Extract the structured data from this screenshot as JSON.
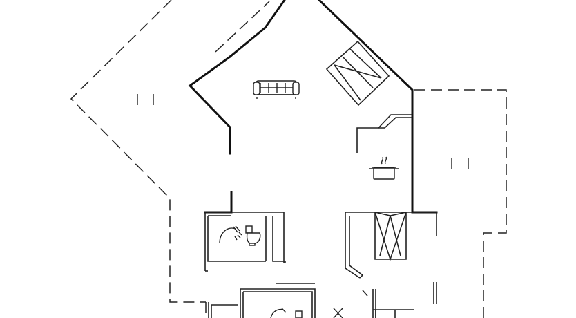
{
  "plan": {
    "type": "floor-plan",
    "rooms": [
      {
        "name": "living-room",
        "fixtures": [
          "sofa-icon"
        ]
      },
      {
        "name": "kitchen",
        "fixtures": [
          "cooking-pot-icon"
        ]
      },
      {
        "name": "bathroom-1",
        "fixtures": [
          "shower-icon",
          "toilet-icon"
        ]
      },
      {
        "name": "bathroom-2",
        "fixtures": [
          "shower-icon"
        ]
      }
    ],
    "icons": [
      "sofa-icon",
      "cooking-pot-icon",
      "shower-icon",
      "toilet-icon",
      "staircase-icon",
      "terrace-marker-icon"
    ],
    "colors": {
      "wall": "#111111",
      "background": "#ffffff"
    }
  }
}
